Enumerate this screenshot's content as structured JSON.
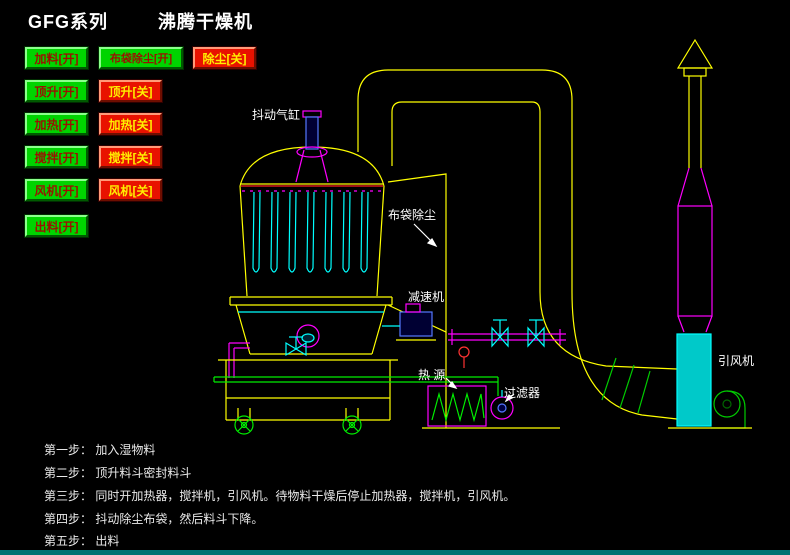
{
  "title": {
    "series": "GFG系列",
    "machine": "沸腾干燥机"
  },
  "controls": [
    {
      "label": "加料[开]",
      "state": "on"
    },
    {
      "label": "布袋除尘[开]",
      "state": "on"
    },
    {
      "label": "除尘[关]",
      "state": "off"
    },
    {
      "label": "顶升[开]",
      "state": "on"
    },
    {
      "label": "顶升[关]",
      "state": "off"
    },
    {
      "label": "加热[开]",
      "state": "on"
    },
    {
      "label": "加热[关]",
      "state": "off"
    },
    {
      "label": "搅拌[开]",
      "state": "on"
    },
    {
      "label": "搅拌[关]",
      "state": "off"
    },
    {
      "label": "风机[开]",
      "state": "on"
    },
    {
      "label": "风机[关]",
      "state": "off"
    },
    {
      "label": "出料[开]",
      "state": "on"
    }
  ],
  "diagram_labels": {
    "shake_cylinder": "抖动气缸",
    "bag_dust": "布袋除尘",
    "reducer": "减速机",
    "heat_source": "热 源",
    "filter": "过滤器",
    "induced_fan": "引风机"
  },
  "steps": [
    "第一步： 加入湿物料",
    "第二步： 顶升料斗密封料斗",
    "第三步： 同时开加热器，搅拌机，引风机。待物料干燥后停止加热器，搅拌机，引风机。",
    "第四步： 抖动除尘布袋，然后料斗下降。",
    "第五步： 出料"
  ],
  "colors": {
    "background": "#000000",
    "button_on_bg": "#00d400",
    "button_on_text": "#9a1200",
    "button_off_bg": "#e81200",
    "button_off_text": "#ffee00",
    "line_yellow": "#ffff00",
    "line_cyan": "#00ffff",
    "line_magenta": "#ff00ff",
    "line_green": "#00ee00",
    "line_red": "#ff2222",
    "label_text": "#ffffff"
  }
}
